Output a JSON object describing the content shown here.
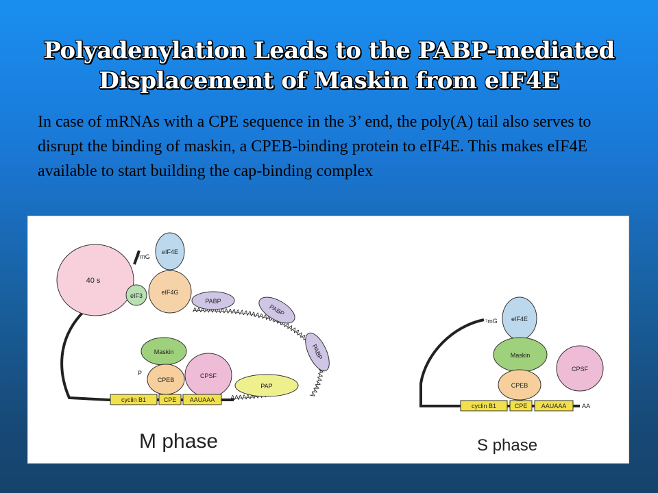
{
  "title": {
    "line1": "Polyadenylation Leads to the PABP-mediated",
    "line2": "Displacement of Maskin from eIF4E"
  },
  "body_text": "In case of mRNAs with a CPE sequence in the 3’ end,  the poly(A) tail also serves to disrupt the binding of maskin, a CPEB-binding protein to eIF4E. This makes eIF4E available to start building the cap-binding complex",
  "diagram": {
    "m_phase": {
      "label": "M phase",
      "ribosome": "40 s",
      "cap": "⁷mG",
      "eif4e": "eIF4E",
      "eif4g": "eIF4G",
      "eif3": "eIF3",
      "pabp": "PABP",
      "poly_a": "AAAAAAAAAAAAAAAAAAAAAAAAAAAAAAAAAAAAAAAAAAAAAAAAAA",
      "maskin": "Maskin",
      "p": "P",
      "cpeb": "CPEB",
      "cpsf": "CPSF",
      "pap": "PAP",
      "cyclin": "cyclin B1",
      "cpe": "CPE",
      "auuaaa": "AAUAAA",
      "tail_a": "AAAAAAAAAA"
    },
    "s_phase": {
      "label": "S phase",
      "cap": "⁷mG",
      "eif4e": "eIF4E",
      "maskin": "Maskin",
      "cpeb": "CPEB",
      "cpsf": "CPSF",
      "cyclin": "cyclin B1",
      "cpe": "CPE",
      "auuaaa": "AAUAAA",
      "tail_a": "AA"
    }
  },
  "colors": {
    "eif4e": "#bcd8ec",
    "eif4g": "#f6d2a8",
    "eif3": "#b9dfb3",
    "ribosome": "#f8d0dc",
    "pabp": "#cfc6e6",
    "maskin": "#9fd07c",
    "cpeb": "#f6cf9c",
    "cpsf": "#eebcd6",
    "pap": "#eef08e",
    "box": "#f2e04a"
  }
}
